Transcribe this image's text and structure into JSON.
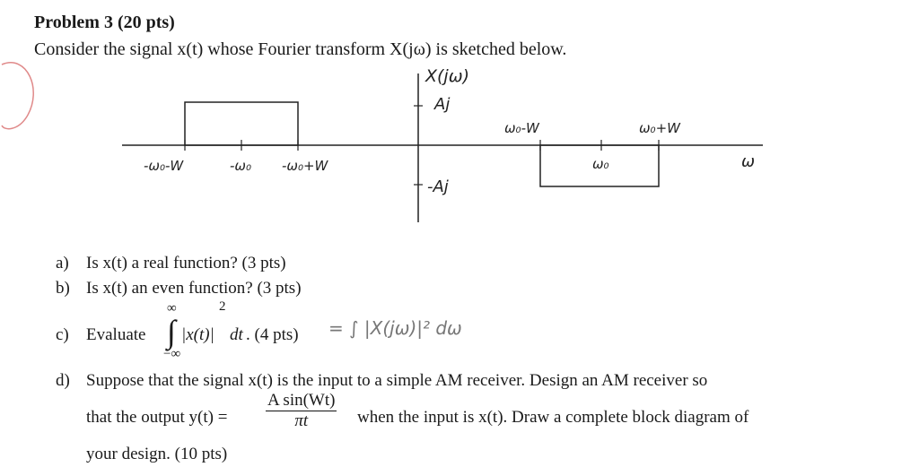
{
  "problem": {
    "title": "Problem 3 (20 pts)",
    "intro": "Consider the signal x(t) whose Fourier transform X(jω) is sketched below."
  },
  "diagram": {
    "y_label": "X(jω)",
    "pos_amp": "Aj",
    "neg_amp": "-Aj",
    "x_axis": "ω",
    "neg_labels": [
      "-ω₀-W",
      "-ω₀",
      "-ω₀+W"
    ],
    "pos_labels": [
      "ω₀-W",
      "ω₀",
      "ω₀+W"
    ]
  },
  "questions": {
    "a_label": "a)",
    "a_text": "Is x(t) a real function? (3 pts)",
    "b_label": "b)",
    "b_text": "Is x(t) an even function? (3 pts)",
    "c_label": "c)",
    "c_text": "Evaluate",
    "c_upper": "∞",
    "c_lower": "−∞",
    "c_exp": "2",
    "c_integrand": "|x(t)|",
    "c_dt": "dt",
    "c_pts": ". (4 pts)",
    "c_annotation": "= ∫ |X(jω)|² dω",
    "d_label": "d)",
    "d_text1": "Suppose that the signal x(t) is the input to a simple AM receiver. Design an AM receiver so",
    "d_text2a": "that the output y(t) =",
    "d_num": "A sin(Wt)",
    "d_den": "πt",
    "d_text2b": "when the input is x(t). Draw a complete block diagram of",
    "d_text3": "your design. (10 pts)"
  }
}
